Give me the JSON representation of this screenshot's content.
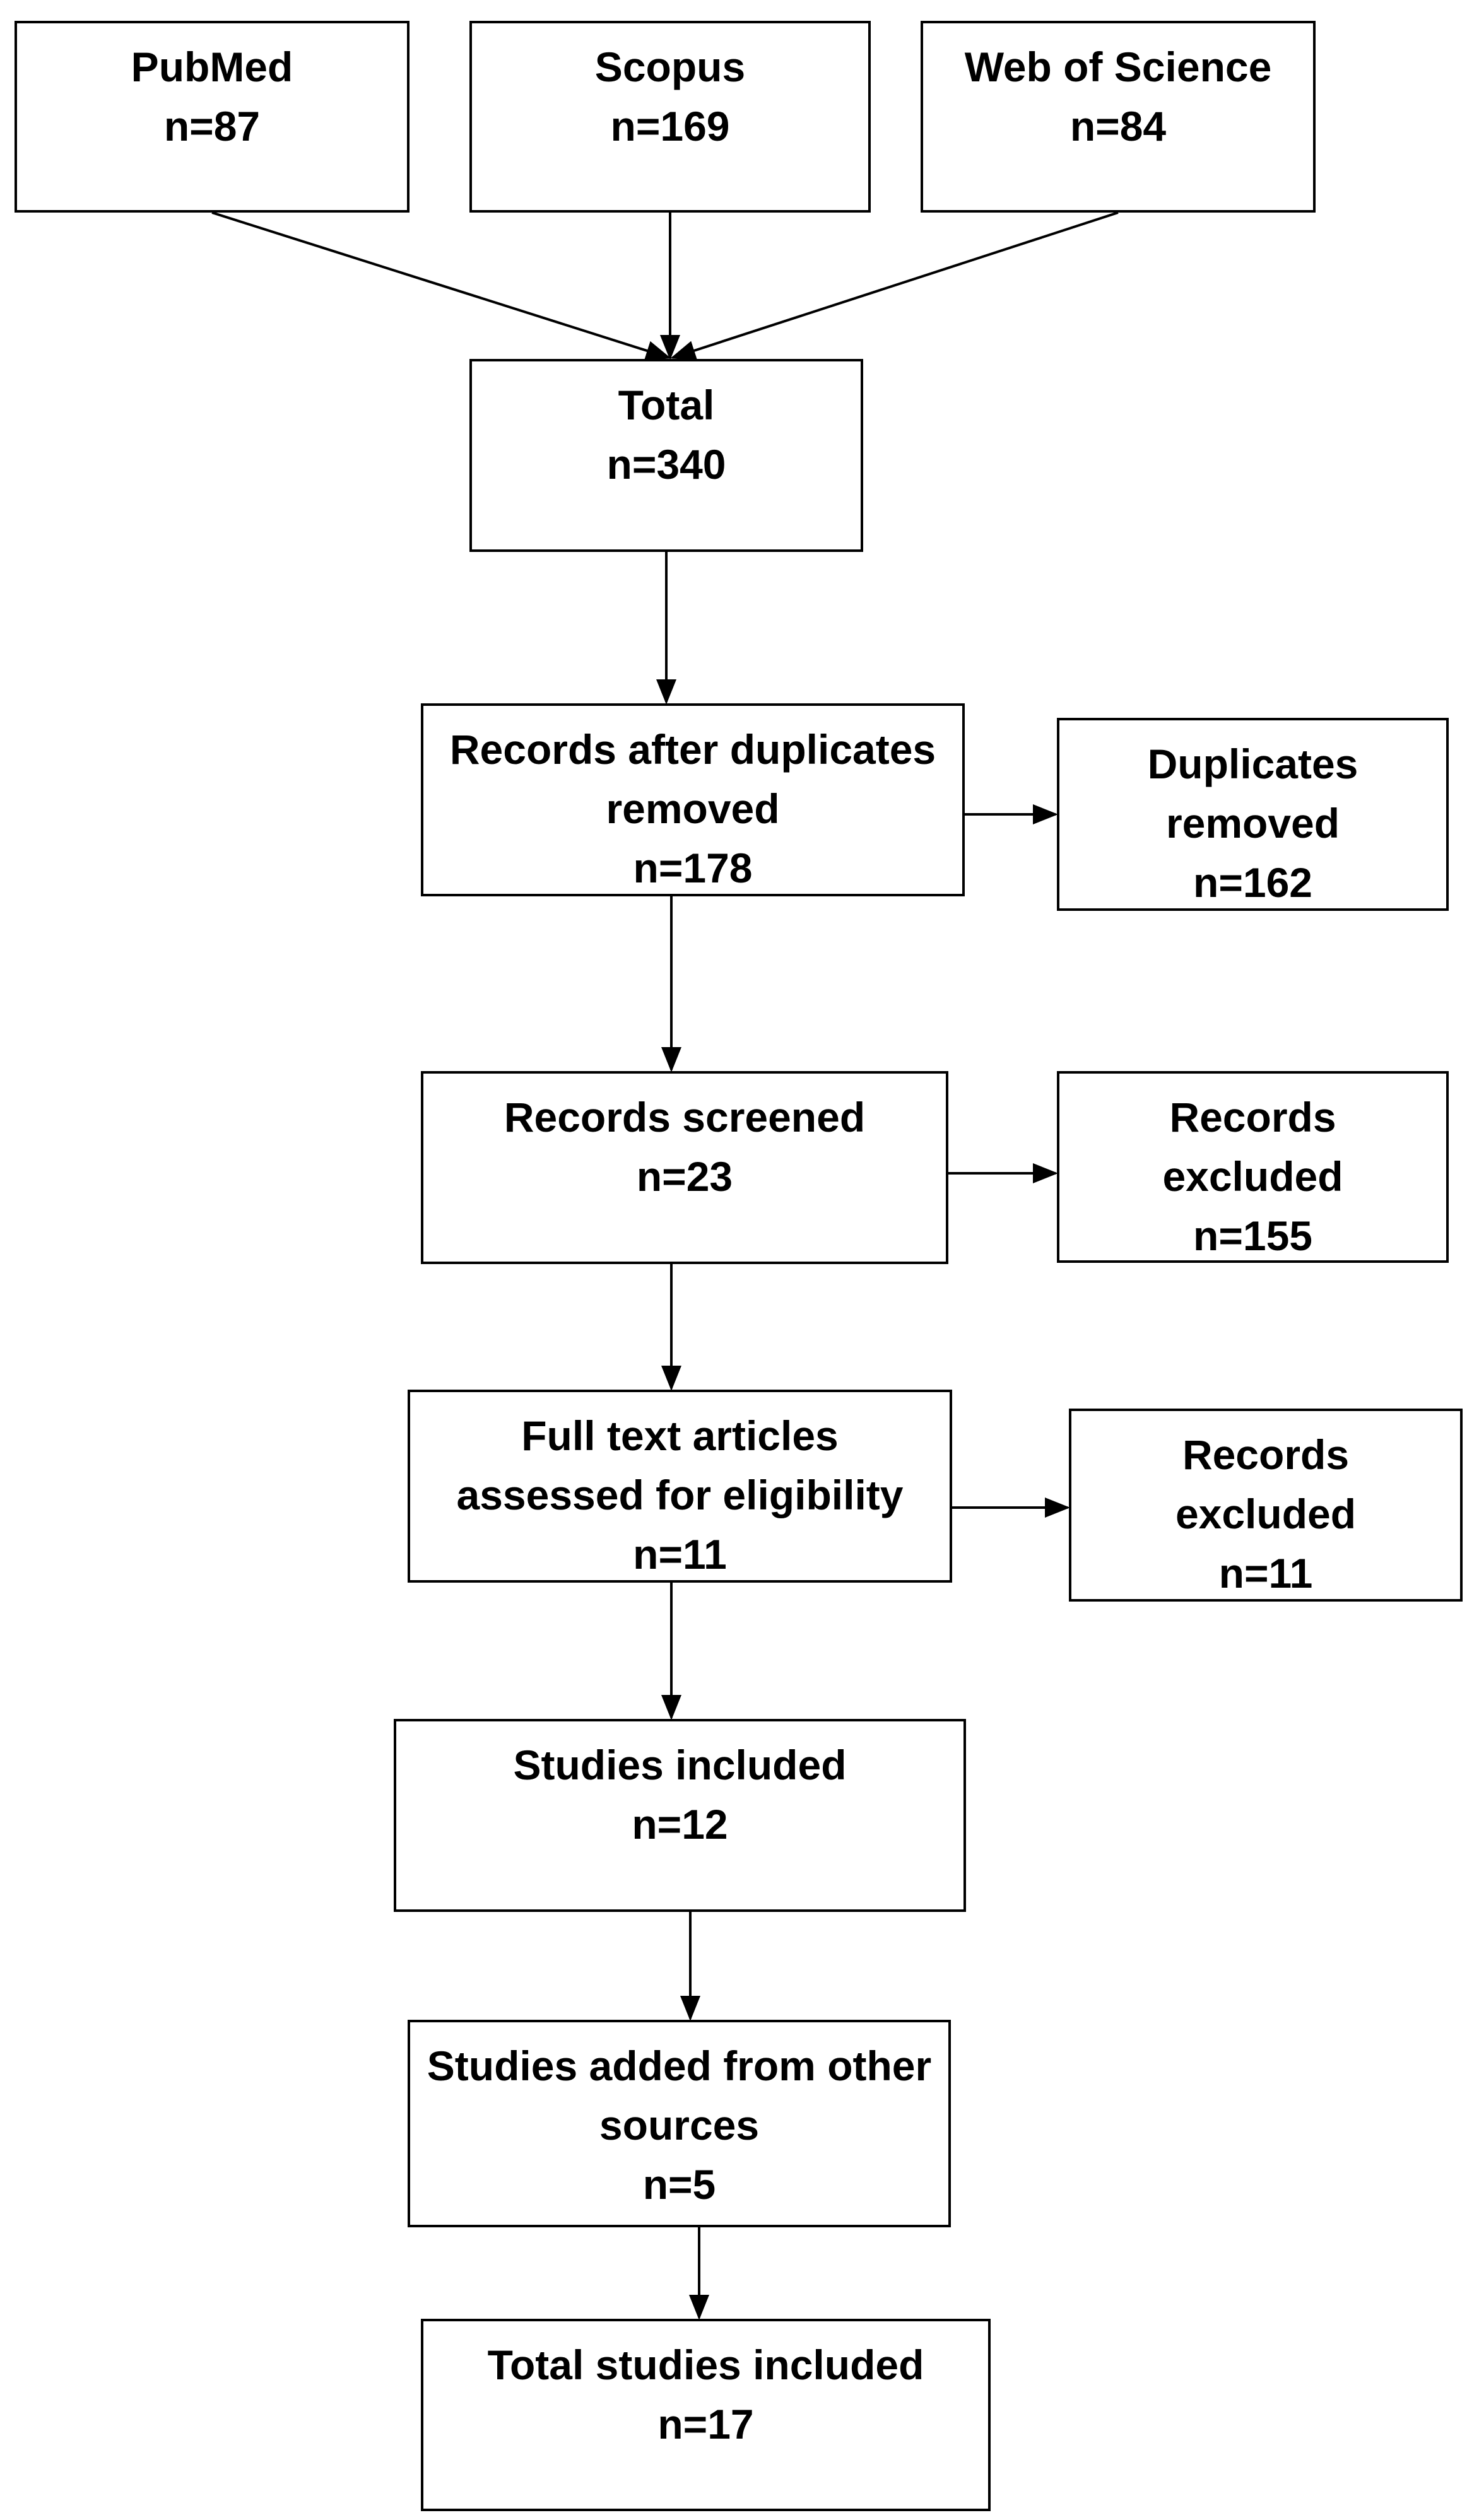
{
  "boxes": {
    "pubmed": {
      "lines": [
        "PubMed",
        "n=87"
      ]
    },
    "scopus": {
      "lines": [
        "Scopus",
        "n=169"
      ]
    },
    "web_of_science": {
      "lines": [
        "Web of Science",
        "n=84"
      ]
    },
    "total": {
      "lines": [
        "Total",
        "n=340"
      ]
    },
    "after_duplicates": {
      "lines": [
        "Records after duplicates",
        "removed",
        "n=178"
      ]
    },
    "duplicates_removed": {
      "lines": [
        "Duplicates",
        "removed",
        "n=162"
      ]
    },
    "records_screened": {
      "lines": [
        "Records screened",
        "n=23"
      ]
    },
    "records_excluded_1": {
      "lines": [
        "Records",
        "excluded",
        "n=155"
      ]
    },
    "full_text": {
      "lines": [
        "Full text articles",
        "assessed for eligibility",
        "n=11"
      ]
    },
    "records_excluded_2": {
      "lines": [
        "Records",
        "excluded",
        "n=11"
      ]
    },
    "studies_included": {
      "lines": [
        "Studies included",
        "n=12"
      ]
    },
    "other_sources": {
      "lines": [
        "Studies added from other",
        "sources",
        "n=5"
      ]
    },
    "total_included": {
      "lines": [
        "Total studies included",
        "n=17"
      ]
    }
  },
  "colors": {
    "border": "#000000",
    "text": "#000000",
    "background": "#ffffff"
  }
}
